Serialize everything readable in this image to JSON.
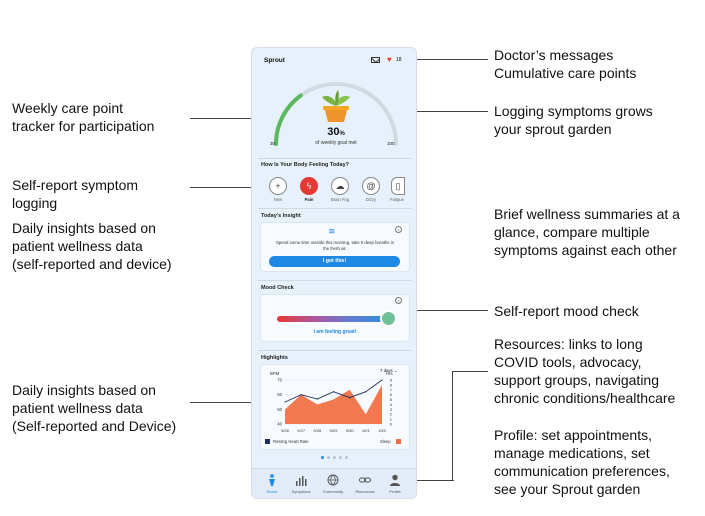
{
  "annotations": {
    "doctor_messages": "Doctor’s messages\nCumulative care points",
    "weekly_tracker": "Weekly care point\ntracker for participation",
    "sprout_garden": "Logging symptoms grows\nyour sprout garden",
    "symptom_logging": "Self-report symptom\nlogging",
    "insights_top": "Daily insights based on\npatient wellness data\n(self-reported and device)",
    "wellness_summaries": "Brief wellness summaries at a\nglance, compare multiple\nsymptoms against each other",
    "mood_check": "Self-report mood check",
    "resources": "Resources: links to long\nCOVID tools, advocacy,\nsupport groups, navigating\nchronic conditions/healthcare",
    "insights_bottom": "Daily insights based on\npatient wellness data\n(Self-reported and Device)",
    "profile": "Profile: set appointments,\nmanage medications, set\ncommunication preferences,\nsee your Sprout garden"
  },
  "app": {
    "title": "Sprout",
    "care_points": "18",
    "gauge": {
      "percent": "30",
      "percent_suffix": "%",
      "label": "of weekly goal met",
      "min": "30",
      "max": "100",
      "progress_fraction": 0.3
    },
    "symptoms": {
      "title": "How Is Your Body Feeling Today?",
      "items": [
        {
          "label": "New",
          "icon": "plus-icon",
          "active": false
        },
        {
          "label": "Pain",
          "icon": "lightning-icon",
          "active": true
        },
        {
          "label": "Brain Fog",
          "icon": "cloud-icon",
          "active": false
        },
        {
          "label": "Dizzy",
          "icon": "dizzy-icon",
          "active": false
        },
        {
          "label": "Fatigue",
          "icon": "battery-icon",
          "active": false
        }
      ]
    },
    "insight": {
      "title": "Today's Insight",
      "text": "Spend some time outside this morning, take 5 deep breaths in the fresh air.",
      "button": "I got this!"
    },
    "mood": {
      "title": "Mood Check",
      "text": "I am feeling great!"
    },
    "highlights": {
      "title": "Highlights",
      "range": "7 days",
      "legend_hr": "Resting Heart Rate",
      "legend_sleep": "Sleep"
    },
    "tabs": [
      {
        "label": "Home",
        "active": true
      },
      {
        "label": "Symptoms",
        "active": false
      },
      {
        "label": "Community",
        "active": false
      },
      {
        "label": "Resources",
        "active": false
      },
      {
        "label": "Profile",
        "active": false
      }
    ]
  },
  "colors": {
    "accent": "#1e88e5",
    "pain": "#e53935",
    "gauge": "#5cb85c",
    "area": "#f06a3c"
  },
  "chart_data": {
    "type": "line",
    "x": [
      "9/26",
      "9/27",
      "9/28",
      "9/29",
      "9/30",
      "10/1",
      "10/2"
    ],
    "series": [
      {
        "name": "Resting Heart Rate",
        "values": [
          55,
          60,
          57,
          62,
          58,
          62,
          70
        ]
      },
      {
        "name": "Sleep",
        "values": [
          3,
          6,
          4,
          5,
          7,
          2,
          8
        ]
      }
    ],
    "ylabel_left": "BPM",
    "ylabel_right": "Hrs",
    "ylim_left": [
      40,
      70
    ],
    "ylim_right": [
      0,
      9
    ],
    "yticks_left": [
      "70",
      "60",
      "50",
      "40"
    ],
    "yticks_right": [
      "9",
      "8",
      "7",
      "6",
      "5",
      "4",
      "3",
      "2",
      "1",
      "0"
    ]
  }
}
